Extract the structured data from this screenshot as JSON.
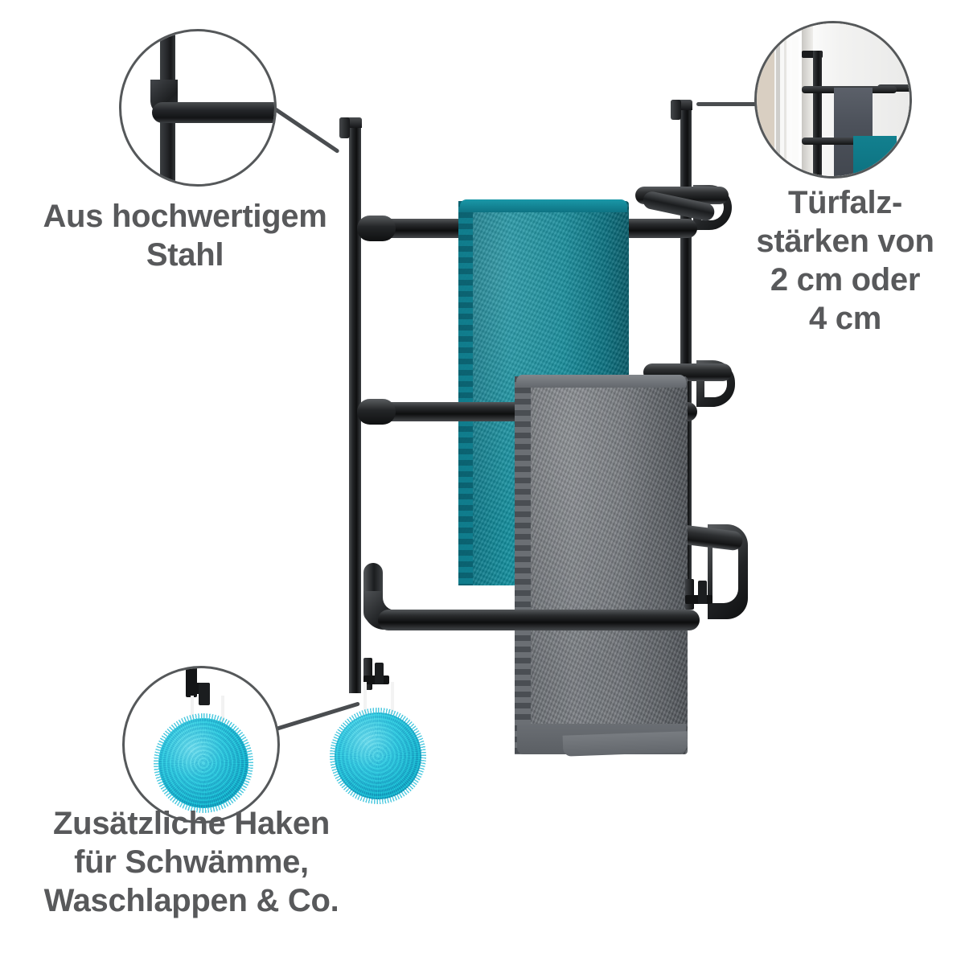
{
  "page": {
    "background_color": "#ffffff",
    "text_color": "#58595b",
    "accent_teal": "#12808f",
    "accent_cyan": "#2bb9d6",
    "metal_black": "#121314",
    "circle_border_color": "#55585a"
  },
  "callouts": [
    {
      "id": "steel",
      "text": "Aus hochwertigem\nStahl",
      "position": "top-left",
      "icon": "steel-joint-closeup"
    },
    {
      "id": "door",
      "text": "Türfalz-\nstärken von\n2 cm oder\n4 cm",
      "position": "top-right",
      "icon": "door-mount-photo"
    },
    {
      "id": "hooks",
      "text": "Zusätzliche Haken\nfür Schwämme,\nWaschlappen & Co.",
      "position": "bottom-left",
      "icon": "sponge-ball-on-hook"
    }
  ],
  "product": {
    "name": "handtuchhalter-rack",
    "material_color": "#121314",
    "rails": [
      {
        "name": "rail-top"
      },
      {
        "name": "rail-middle"
      },
      {
        "name": "rail-bottom"
      }
    ],
    "towels": [
      {
        "name": "towel-teal",
        "color": "#12808f"
      },
      {
        "name": "towel-gray",
        "color": "#6a6e73"
      }
    ],
    "accessory": {
      "name": "sponge-ball",
      "color": "#2bb9d6"
    }
  }
}
